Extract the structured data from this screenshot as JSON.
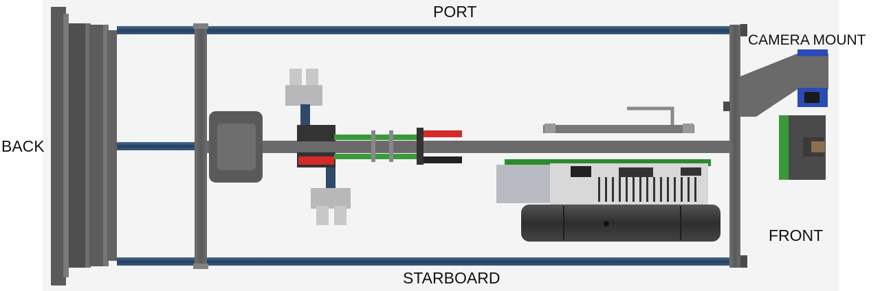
{
  "labels": {
    "port": "PORT",
    "starboard": "STARBOARD",
    "back": "BACK",
    "front": "FRONT",
    "camera_mount": "CAMERA MOUNT"
  },
  "colors": {
    "frame": "#5f5f5f",
    "rod": "#2f4a6b",
    "pcb_green": "#3a9a3a",
    "connector_red": "#d42a2a",
    "camera_blue": "#2a4bb5"
  }
}
